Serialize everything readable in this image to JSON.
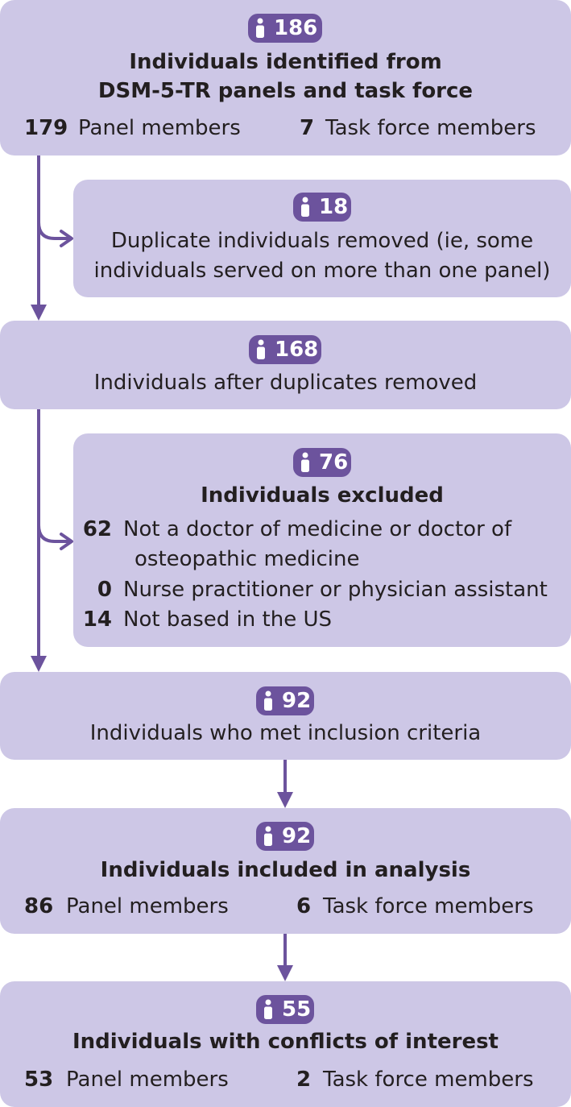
{
  "nodes": {
    "identified": {
      "count": "186",
      "title_line1": "Individuals identified from",
      "title_line2": "DSM-5-TR panels and task force",
      "breakdown": [
        {
          "n": "179",
          "label": "Panel members"
        },
        {
          "n": "7",
          "label": "Task force members"
        }
      ]
    },
    "duplicates": {
      "count": "18",
      "line1": "Duplicate individuals removed (ie, some",
      "line2": "individuals served on more than one panel)"
    },
    "after_duplicates": {
      "count": "168",
      "line1": "Individuals after duplicates removed"
    },
    "excluded": {
      "count": "76",
      "title": "Individuals excluded",
      "reasons": [
        {
          "n": "62",
          "label": "Not a doctor of medicine or doctor of",
          "label_cont": "osteopathic medicine"
        },
        {
          "n": "0",
          "label": "Nurse practitioner or physician assistant"
        },
        {
          "n": "14",
          "label": "Not based in the US"
        }
      ]
    },
    "met_criteria": {
      "count": "92",
      "line1": "Individuals who met inclusion criteria"
    },
    "included": {
      "count": "92",
      "title": "Individuals included in analysis",
      "breakdown": [
        {
          "n": "86",
          "label": "Panel members"
        },
        {
          "n": "6",
          "label": "Task force members"
        }
      ]
    },
    "conflicts": {
      "count": "55",
      "title": "Individuals with conflicts of interest",
      "breakdown": [
        {
          "n": "53",
          "label": "Panel members"
        },
        {
          "n": "2",
          "label": "Task force members"
        }
      ]
    }
  },
  "colors": {
    "box_fill": "#cdc7e6",
    "accent": "#6c539d",
    "text": "#231f20"
  },
  "icons": {
    "count_badge": "person-icon"
  }
}
